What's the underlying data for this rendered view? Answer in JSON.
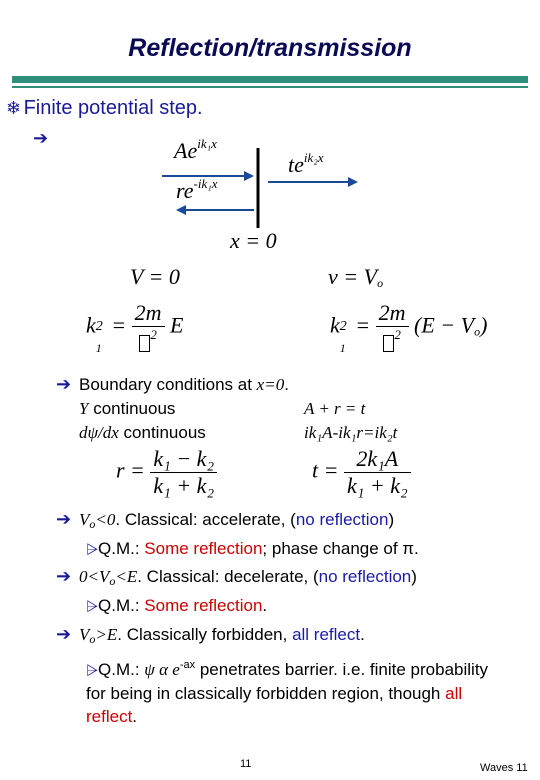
{
  "title": "Reflection/transmission",
  "bullet1": "Finite potential step.",
  "diagram": {
    "incident": "Ae",
    "incident_exp": "ik₁x",
    "reflected": "re",
    "reflected_exp": "-ik₁x",
    "transmitted": "te",
    "transmitted_exp": "ik₂x",
    "boundary": "x = 0"
  },
  "eq": {
    "left_v": "V = 0",
    "right_v": "v = V",
    "right_v_sub": "o",
    "left_k": "k",
    "left_k_sub": "1",
    "left_k_sup": "2",
    "left_frac_num": "2m",
    "left_frac_den_sup": "2",
    "left_rhs": "E",
    "right_rhs": "(E − V",
    "right_rhs_sub": "o",
    "right_rhs_close": ")"
  },
  "bc": {
    "heading": "Boundary conditions at ",
    "heading_var": "x=0",
    "heading_end": ".",
    "psi_cont_sym": "Y",
    "psi_cont": " continuous",
    "psi_eq": "A + r = t",
    "deriv_sym": "dψ/dx",
    "deriv_cont": " continuous",
    "deriv_eq": "ik₁A-ik₁r=ik₂t",
    "r_lhs": "r =",
    "r_num": "k₁ − k₂",
    "r_den": "k₁ + k₂",
    "t_lhs": "t =",
    "t_num": "2k₁A",
    "t_den": "k₁ + k₂"
  },
  "cases": [
    {
      "cond_var": "V",
      "cond_sub": "o",
      "cond_rest": "<0",
      "text": ". Classical: accelerate, (",
      "blue": "no reflection",
      "close": ")",
      "qm_prefix": "Q.M.: ",
      "qm_red": "Some reflection",
      "qm_rest": "; phase change of π."
    },
    {
      "cond_pre": "0<",
      "cond_var": "V",
      "cond_sub": "o",
      "cond_rest": "<E",
      "text": ". Classical: decelerate, (",
      "blue": "no reflection",
      "close": ")",
      "qm_prefix": "Q.M.: ",
      "qm_red": "Some reflection",
      "qm_rest": "."
    },
    {
      "cond_var": "V",
      "cond_sub": "o",
      "cond_rest": ">E",
      "text": ". Classically forbidden, ",
      "blue": "all reflect",
      "close": ".",
      "qm_prefix": "Q.M.: ",
      "qm_psi": "ψ α e",
      "qm_psi_exp": "-ax",
      "qm_rest": " penetrates barrier. i.e. finite probability for being in classically forbidden region, though ",
      "qm_red": "all reflect",
      "qm_end": "."
    }
  ],
  "footer": {
    "page": "11",
    "label": "Waves 11"
  },
  "colors": {
    "title": "#0a0a55",
    "rule": "#2e8f7a",
    "bullet": "#1a1a99",
    "emph_red": "#cc0000",
    "emph_blue": "#1a1aaa"
  }
}
